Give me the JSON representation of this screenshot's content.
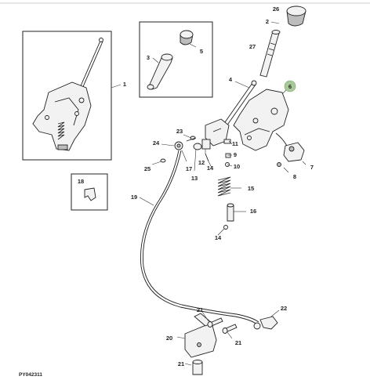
{
  "document_id": "PY042311",
  "callouts": {
    "c1": "1",
    "c2": "2",
    "c3": "3",
    "c4": "4",
    "c5": "5",
    "c6": "6",
    "c7": "7",
    "c8": "8",
    "c9": "9",
    "c10": "10",
    "c11": "11",
    "c12": "12",
    "c13": "13",
    "c14a": "14",
    "c14b": "14",
    "c15": "15",
    "c16": "16",
    "c17": "17",
    "c18": "18",
    "c19": "19",
    "c20": "20",
    "c21a": "21",
    "c21b": "21",
    "c21c": "21",
    "c22": "22",
    "c23": "23",
    "c24": "24",
    "c25": "25",
    "c26": "26",
    "c27": "27"
  },
  "highlighted_callout": "6",
  "colors": {
    "highlight": "#a9c99a",
    "line": "#222222",
    "background": "#ffffff"
  }
}
